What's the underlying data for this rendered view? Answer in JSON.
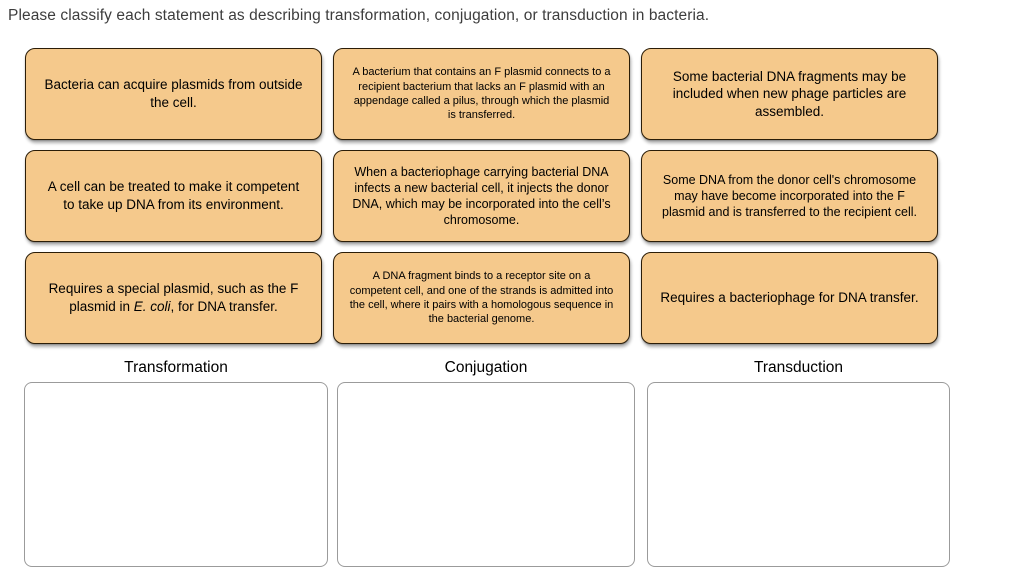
{
  "header": {
    "prompt": "Please classify each statement as describing transformation, conjugation, or transduction in bacteria."
  },
  "cards": [
    {
      "text": "Bacteria can acquire plasmids from outside the cell."
    },
    {
      "text": "A bacterium that contains an F plasmid connects to a recipient bacterium that lacks an F plasmid with an appendage called a pilus, through which the plasmid is transferred."
    },
    {
      "text": "Some bacterial DNA fragments may be included when new phage particles are assembled."
    },
    {
      "text": "A cell can be treated to make it competent to take up DNA from its environment."
    },
    {
      "text": "When a bacteriophage carrying bacterial DNA infects a new bacterial cell, it injects the donor DNA, which may be incorporated into the cell’s chromosome."
    },
    {
      "text": "Some DNA from the donor cell's chromosome may have become incorporated into the F plasmid and is transferred to the recipient cell."
    },
    {
      "text_before": "Requires a special plasmid, such as the F plasmid in ",
      "italic": "E. coli",
      "text_after": ", for DNA transfer."
    },
    {
      "text": "A DNA fragment binds to a receptor site on a competent cell, and one of the strands is admitted into the cell, where it pairs with a homologous sequence in the bacterial genome."
    },
    {
      "text": "Requires a bacteriophage for DNA transfer."
    }
  ],
  "bins": [
    {
      "label": "Transformation"
    },
    {
      "label": "Conjugation"
    },
    {
      "label": "Transduction"
    }
  ],
  "colors": {
    "card_fill": "#F5C98C",
    "card_border": "#2B1D08",
    "dropzone_border": "#9B9B9B",
    "prompt_text": "#3D3D3D",
    "card_text": "#000000"
  }
}
